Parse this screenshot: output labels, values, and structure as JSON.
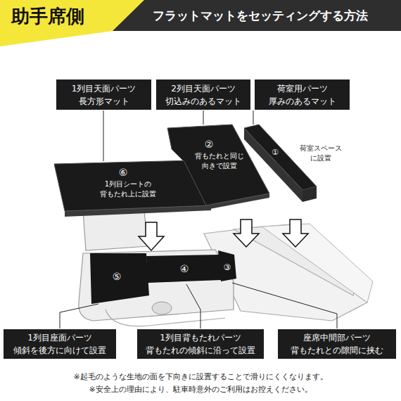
{
  "diagram": {
    "title": "フラットマットをセッティングする方法",
    "nodes": [
      {
        "text": [
          "1列目天面パーツ",
          "長方形マット"
        ]
      },
      {
        "text": [
          "2列目天面パーツ",
          "切込みのあるマット"
        ]
      },
      {
        "text": [
          "荷室用パーツ",
          "厚みのあるマット"
        ]
      },
      {
        "text": [
          "1列目座面パーツ",
          "傾斜を後方に向けて設置"
        ]
      },
      {
        "text": [
          "1列目背もたれパーツ",
          "背もたれの傾斜に沿って設置"
        ]
      },
      {
        "text": [
          "座席中間部パーツ",
          "背もたれとの隙間に挟む"
        ]
      }
    ],
    "labels": [
      "助手席側",
      "⑥",
      "1列目シートの 背もたれ上に設置",
      "②",
      "背もたれと同じ 向きで設置",
      "①",
      "荷室スペース に設置",
      "⑤",
      "④",
      "③",
      "※起毛のような生地の面を下向きに設置することで滑りにくくなります。",
      "※安全上の理由により、駐車時意外のご利用はお控えください。"
    ]
  }
}
